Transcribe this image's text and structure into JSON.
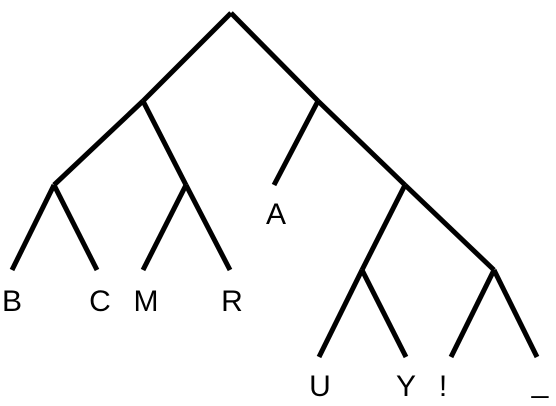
{
  "diagram": {
    "type": "tree",
    "root": {
      "children": [
        {
          "children": [
            {
              "children": [
                {
                  "label": "B"
                },
                {
                  "label": "C"
                }
              ]
            },
            {
              "children": [
                {
                  "label": "M"
                },
                {
                  "label": "R"
                }
              ]
            }
          ]
        },
        {
          "children": [
            {
              "label": "A"
            },
            {
              "children": [
                {
                  "children": [
                    {
                      "label": "U"
                    },
                    {
                      "label": "Y"
                    }
                  ]
                },
                {
                  "children": [
                    {
                      "label": "!"
                    },
                    {
                      "label": "_"
                    }
                  ]
                }
              ]
            }
          ]
        }
      ]
    },
    "line_color": "#000000",
    "label_color": "#000000"
  }
}
